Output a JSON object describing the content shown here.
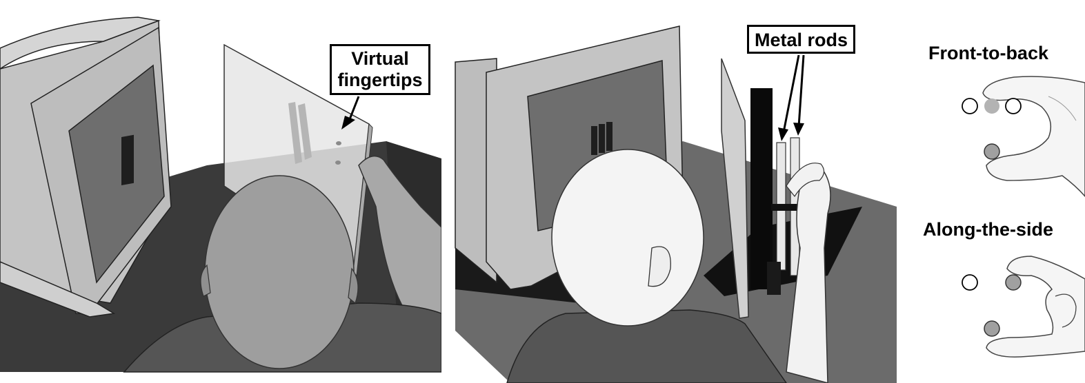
{
  "panel_left": {
    "callout": {
      "line1": "Virtual",
      "line2": "fingertips"
    }
  },
  "panel_middle": {
    "callout": {
      "text": "Metal rods"
    }
  },
  "panel_right": {
    "grip_top": {
      "title": "Front-to-back"
    },
    "grip_bottom": {
      "title": "Along-the-side"
    }
  },
  "colors": {
    "floor_left": "#3a3a3a",
    "floor_middle": "#6b6b6b",
    "monitor": "#b8b8b8",
    "screen": "#6e6e6e",
    "mirror": "#e6e6e6",
    "head_left": "#9e9e9e",
    "head_middle": "#f4f4f4",
    "shirt": "#555555",
    "contact_gray": "#b3b3b3",
    "contact_dark": "#a0a0a0"
  }
}
